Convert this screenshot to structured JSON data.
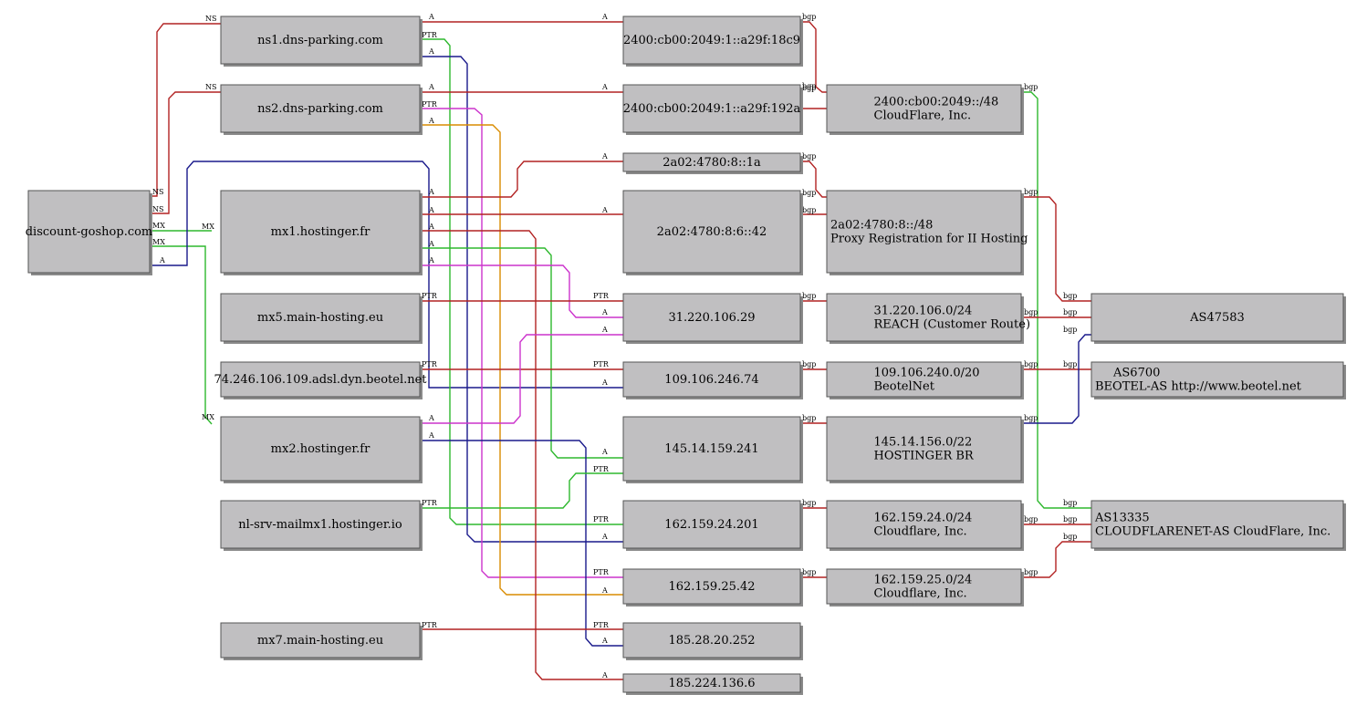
{
  "colors": {
    "A": "#b22222",
    "NS": "#b22222",
    "MX": "#2eb82e",
    "PTR": "#2eb82e",
    "bgp": "#b22222",
    "blue": "#1a1a8c",
    "green": "#2eb82e",
    "magenta": "#cc33cc",
    "orange": "#d98c00",
    "red": "#b22222"
  },
  "nodes": [
    {
      "id": "discount",
      "lines": [
        "discount-goshop.com"
      ]
    },
    {
      "id": "ns1",
      "lines": [
        "ns1.dns-parking.com"
      ]
    },
    {
      "id": "ns2",
      "lines": [
        "ns2.dns-parking.com"
      ]
    },
    {
      "id": "mx1",
      "lines": [
        "mx1.hostinger.fr"
      ]
    },
    {
      "id": "mx5",
      "lines": [
        "mx5.main-hosting.eu"
      ]
    },
    {
      "id": "beotel",
      "lines": [
        "74.246.106.109.adsl.dyn.beotel.net"
      ]
    },
    {
      "id": "mx2",
      "lines": [
        "mx2.hostinger.fr"
      ]
    },
    {
      "id": "nlsrv",
      "lines": [
        "nl-srv-mailmx1.hostinger.io"
      ]
    },
    {
      "id": "mx7",
      "lines": [
        "mx7.main-hosting.eu"
      ]
    },
    {
      "id": "ip6a",
      "lines": [
        "2400:cb00:2049:1::a29f:18c9"
      ]
    },
    {
      "id": "ip6b",
      "lines": [
        "2400:cb00:2049:1::a29f:192a"
      ]
    },
    {
      "id": "ip6c",
      "lines": [
        "2a02:4780:8::1a"
      ]
    },
    {
      "id": "ip6d",
      "lines": [
        "2a02:4780:8:6::42"
      ]
    },
    {
      "id": "ip31",
      "lines": [
        "31.220.106.29"
      ]
    },
    {
      "id": "ip109",
      "lines": [
        "109.106.246.74"
      ]
    },
    {
      "id": "ip145",
      "lines": [
        "145.14.159.241"
      ]
    },
    {
      "id": "ip162a",
      "lines": [
        "162.159.24.201"
      ]
    },
    {
      "id": "ip162b",
      "lines": [
        "162.159.25.42"
      ]
    },
    {
      "id": "ip185a",
      "lines": [
        "185.28.20.252"
      ]
    },
    {
      "id": "ip185b",
      "lines": [
        "185.224.136.6"
      ]
    },
    {
      "id": "net2400",
      "lines": [
        "2400:cb00:2049::/48",
        "CloudFlare, Inc."
      ]
    },
    {
      "id": "net2a02",
      "lines": [
        "2a02:4780:8::/48",
        "Proxy Registration for II Hosting"
      ]
    },
    {
      "id": "net31",
      "lines": [
        "31.220.106.0/24",
        "REACH (Customer Route)"
      ]
    },
    {
      "id": "net109",
      "lines": [
        "109.106.240.0/20",
        "BeotelNet"
      ]
    },
    {
      "id": "net145",
      "lines": [
        "145.14.156.0/22",
        "HOSTINGER BR"
      ]
    },
    {
      "id": "net16224",
      "lines": [
        "162.159.24.0/24",
        "Cloudflare, Inc."
      ]
    },
    {
      "id": "net16225",
      "lines": [
        "162.159.25.0/24",
        "Cloudflare, Inc."
      ]
    },
    {
      "id": "as47583",
      "lines": [
        "AS47583"
      ]
    },
    {
      "id": "as6700",
      "lines": [
        "AS6700",
        "BEOTEL-AS http://www.beotel.net"
      ]
    },
    {
      "id": "as13335",
      "lines": [
        "AS13335",
        "CLOUDFLARENET-AS CloudFlare, Inc."
      ]
    }
  ],
  "edges": [
    {
      "from": "discount",
      "to": "ns1",
      "label": "NS",
      "color": "red"
    },
    {
      "from": "discount",
      "to": "ns2",
      "label": "NS",
      "color": "red"
    },
    {
      "from": "discount",
      "to": "mx1",
      "label": "MX",
      "color": "green"
    },
    {
      "from": "discount",
      "to": "mx2",
      "label": "MX",
      "color": "green"
    },
    {
      "from": "discount",
      "to": "ip109",
      "label": "A",
      "color": "blue"
    },
    {
      "from": "ns1",
      "to": "ip6a",
      "label": "A",
      "color": "red"
    },
    {
      "from": "ns1",
      "to": "ip162a",
      "label": "PTR",
      "color": "green"
    },
    {
      "from": "ns1",
      "to": "ip162a",
      "label": "A",
      "color": "blue"
    },
    {
      "from": "ns2",
      "to": "ip6b",
      "label": "A",
      "color": "red"
    },
    {
      "from": "ns2",
      "to": "ip162b",
      "label": "PTR",
      "color": "magenta"
    },
    {
      "from": "ns2",
      "to": "ip162b",
      "label": "A",
      "color": "orange"
    },
    {
      "from": "mx1",
      "to": "ip6c",
      "label": "A",
      "color": "red"
    },
    {
      "from": "mx1",
      "to": "ip6d",
      "label": "A",
      "color": "red"
    },
    {
      "from": "mx1",
      "to": "ip185b",
      "label": "A",
      "color": "red"
    },
    {
      "from": "mx1",
      "to": "ip145",
      "label": "A",
      "color": "green"
    },
    {
      "from": "mx1",
      "to": "ip31",
      "label": "A",
      "color": "magenta"
    },
    {
      "from": "mx5",
      "to": "ip31",
      "label": "PTR",
      "color": "red"
    },
    {
      "from": "beotel",
      "to": "ip109",
      "label": "PTR",
      "color": "red"
    },
    {
      "from": "mx2",
      "to": "ip31",
      "label": "A",
      "color": "magenta"
    },
    {
      "from": "mx2",
      "to": "ip185a",
      "label": "A",
      "color": "blue"
    },
    {
      "from": "nlsrv",
      "to": "ip145",
      "label": "PTR",
      "color": "green"
    },
    {
      "from": "mx7",
      "to": "ip185a",
      "label": "PTR",
      "color": "red"
    },
    {
      "from": "ip6a",
      "to": "net2400",
      "label": "bgp",
      "color": "red"
    },
    {
      "from": "ip6b",
      "to": "net2400",
      "label": "bgp",
      "color": "red"
    },
    {
      "from": "ip6c",
      "to": "net2a02",
      "label": "bgp",
      "color": "red"
    },
    {
      "from": "ip6d",
      "to": "net2a02",
      "label": "bgp",
      "color": "red"
    },
    {
      "from": "ip31",
      "to": "net31",
      "label": "bgp",
      "color": "red"
    },
    {
      "from": "ip109",
      "to": "net109",
      "label": "bgp",
      "color": "red"
    },
    {
      "from": "ip145",
      "to": "net145",
      "label": "bgp",
      "color": "red"
    },
    {
      "from": "ip162a",
      "to": "net16224",
      "label": "bgp",
      "color": "red"
    },
    {
      "from": "ip162b",
      "to": "net16225",
      "label": "bgp",
      "color": "red"
    },
    {
      "from": "net2400",
      "to": "as13335",
      "label": "bgp",
      "color": "green"
    },
    {
      "from": "net2a02",
      "to": "as47583",
      "label": "bgp",
      "color": "red"
    },
    {
      "from": "net31",
      "to": "as47583",
      "label": "bgp",
      "color": "red"
    },
    {
      "from": "net109",
      "to": "as6700",
      "label": "bgp",
      "color": "red"
    },
    {
      "from": "net145",
      "to": "as47583",
      "label": "bgp",
      "color": "blue"
    },
    {
      "from": "net16224",
      "to": "as13335",
      "label": "bgp",
      "color": "red"
    },
    {
      "from": "net16225",
      "to": "as13335",
      "label": "bgp",
      "color": "red"
    }
  ]
}
